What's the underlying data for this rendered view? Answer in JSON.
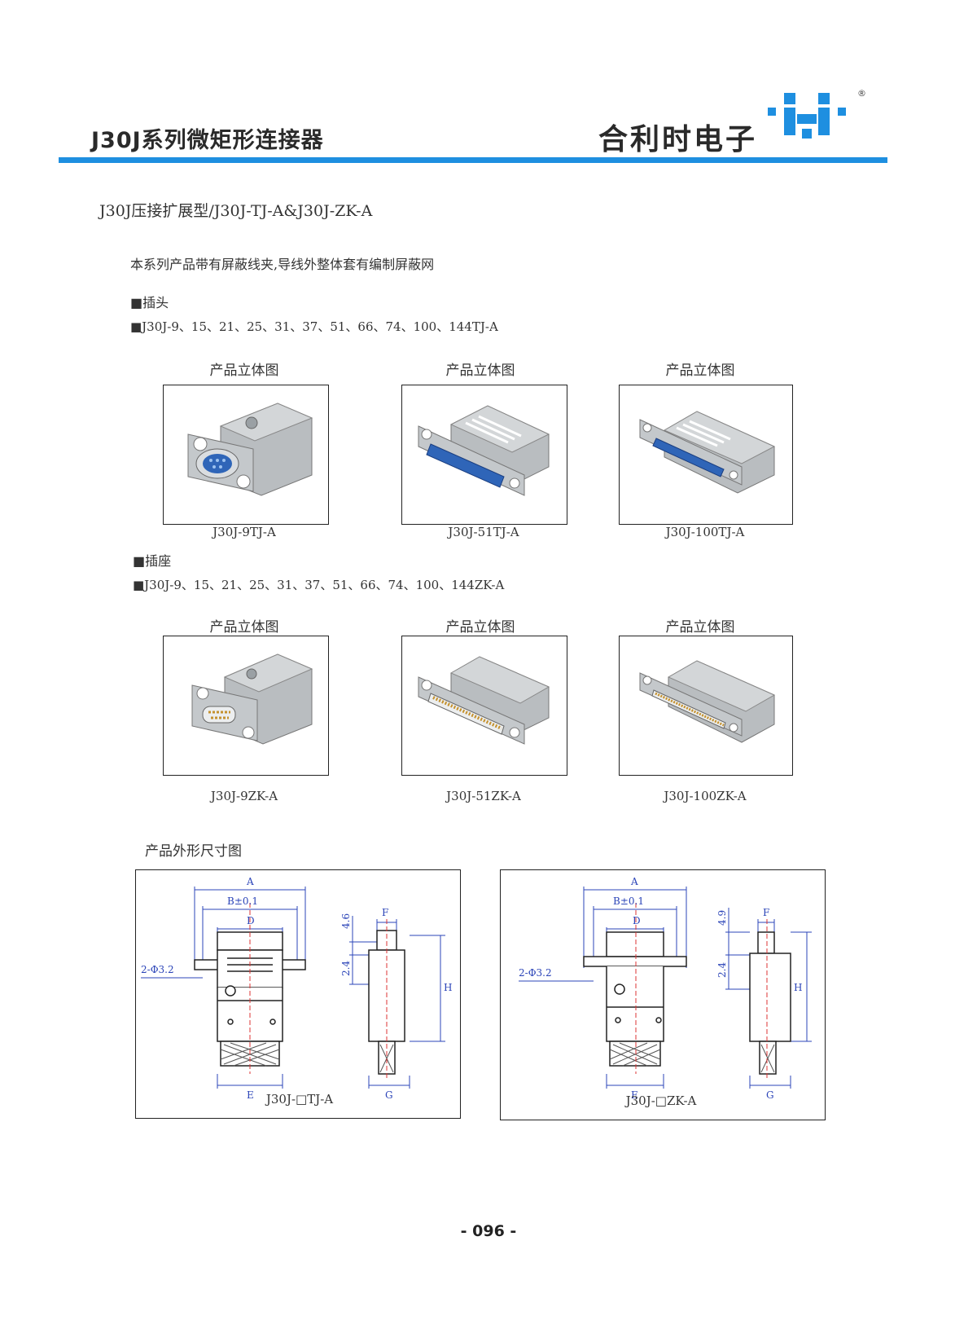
{
  "header": {
    "title": "J30J系列微矩形连接器",
    "brand": "合利时电子",
    "registered_mark": "®",
    "accent_color": "#1e8fe0"
  },
  "section": {
    "title": "J30J压接扩展型/J30J-TJ-A&J30J-ZK-A",
    "description": "本系列产品带有屏蔽线夹,导线外整体套有编制屏蔽网"
  },
  "plug": {
    "heading": "■插头",
    "models_line": "■J30J-9、15、21、25、31、37、51、66、74、100、144TJ-A",
    "items": [
      {
        "caption": "产品立体图",
        "model": "J30J-9TJ-A"
      },
      {
        "caption": "产品立体图",
        "model": "J30J-51TJ-A"
      },
      {
        "caption": "产品立体图",
        "model": "J30J-100TJ-A"
      }
    ]
  },
  "socket": {
    "heading": "■插座",
    "models_line": "■J30J-9、15、21、25、31、37、51、66、74、100、144ZK-A",
    "items": [
      {
        "caption": "产品立体图",
        "model": "J30J-9ZK-A"
      },
      {
        "caption": "产品立体图",
        "model": "J30J-51ZK-A"
      },
      {
        "caption": "产品立体图",
        "model": "J30J-100ZK-A"
      }
    ]
  },
  "dimensions": {
    "heading": "产品外形尺寸图",
    "left": {
      "model": "J30J-□TJ-A",
      "labels": {
        "a": "A",
        "b": "B±0.1",
        "d": "D",
        "e": "E",
        "f": "F",
        "g": "G",
        "h": "H",
        "hole": "2-Φ3.2",
        "top": "4.6",
        "mid": "2.4"
      }
    },
    "right": {
      "model": "J30J-□ZK-A",
      "labels": {
        "a": "A",
        "b": "B±0.1",
        "d": "D",
        "e": "E",
        "f": "F",
        "g": "G",
        "h": "H",
        "hole": "2-Φ3.2",
        "top": "4.9",
        "mid": "2.4"
      }
    }
  },
  "page_number": "- 096 -"
}
